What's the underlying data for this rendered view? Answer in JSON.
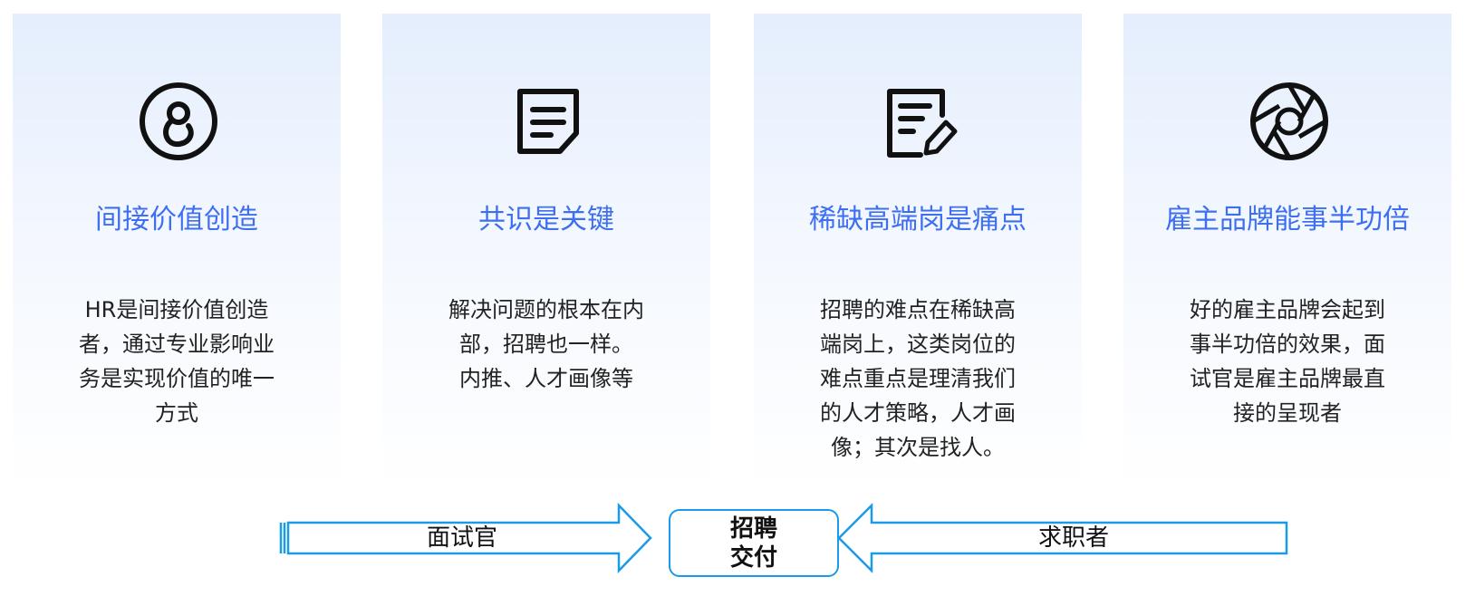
{
  "cards": [
    {
      "icon": "person-circle-icon",
      "title": "间接价值创造",
      "body": "HR是间接价值创造\n者，通过专业影响业\n务是实现价值的唯一\n方式"
    },
    {
      "icon": "document-lines-icon",
      "title": "共识是关键",
      "body": "解决问题的根本在内\n部，招聘也一样。\n内推、人才画像等"
    },
    {
      "icon": "document-edit-icon",
      "title": "稀缺高端岗是痛点",
      "body": "招聘的难点在稀缺高\n端岗上，这类岗位的\n难点重点是理清我们\n的人才策略，人才画\n像；其次是找人。"
    },
    {
      "icon": "aperture-icon",
      "title": "雇主品牌能事半功倍",
      "body": "好的雇主品牌会起到\n事半功倍的效果，面\n试官是雇主品牌最直\n接的呈现者"
    }
  ],
  "flow": {
    "left_label": "面试官",
    "center_line1": "招聘",
    "center_line2": "交付",
    "right_label": "求职者"
  },
  "colors": {
    "title": "#3e6ff0",
    "arrow": "#1b9ae8",
    "card_gradient_top": "#e4eefd"
  }
}
